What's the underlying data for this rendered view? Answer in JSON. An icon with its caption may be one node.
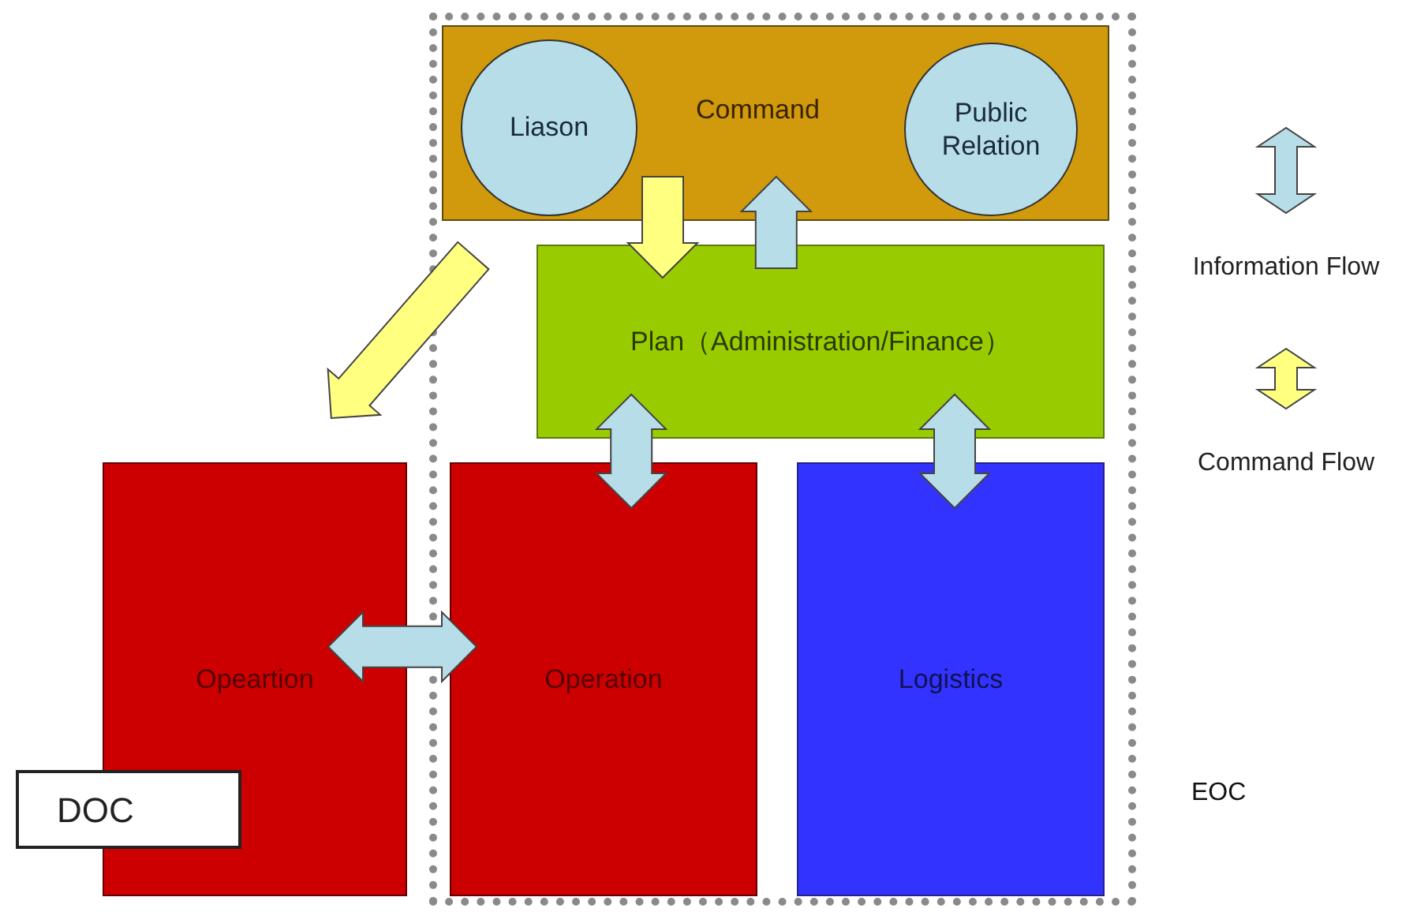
{
  "diagram": {
    "nodes": [
      {
        "text": [
          "EOC"
        ]
      },
      {
        "text": [
          "Command"
        ],
        "in": 0
      },
      {
        "text": [
          "Liason"
        ],
        "in": 1
      },
      {
        "text": [
          "Public Relation"
        ],
        "in": 1
      },
      {
        "text": [
          "Plan（Administration/Finance）"
        ],
        "in": 0
      },
      {
        "text": [
          "Opeartion"
        ]
      },
      {
        "text": [
          "Operation"
        ],
        "in": 0
      },
      {
        "text": [
          "Logistics"
        ],
        "in": 0
      },
      {
        "text": [
          "DOC"
        ]
      }
    ],
    "edges": [
      {
        "from": 1,
        "to": 4,
        "arrow": "to",
        "color": "#ffff80"
      },
      {
        "from": 4,
        "to": 1,
        "arrow": "to"
      },
      {
        "from": 1,
        "to": 5,
        "arrow": "to",
        "color": "#ffff80"
      },
      {
        "from": 4,
        "to": 6,
        "arrow": "both"
      },
      {
        "from": 4,
        "to": 7,
        "arrow": "both"
      },
      {
        "from": 5,
        "to": 6,
        "arrow": "both"
      }
    ],
    "legend": [
      {
        "text": "Information Flow"
      },
      {
        "text": "Command Flow"
      }
    ]
  }
}
